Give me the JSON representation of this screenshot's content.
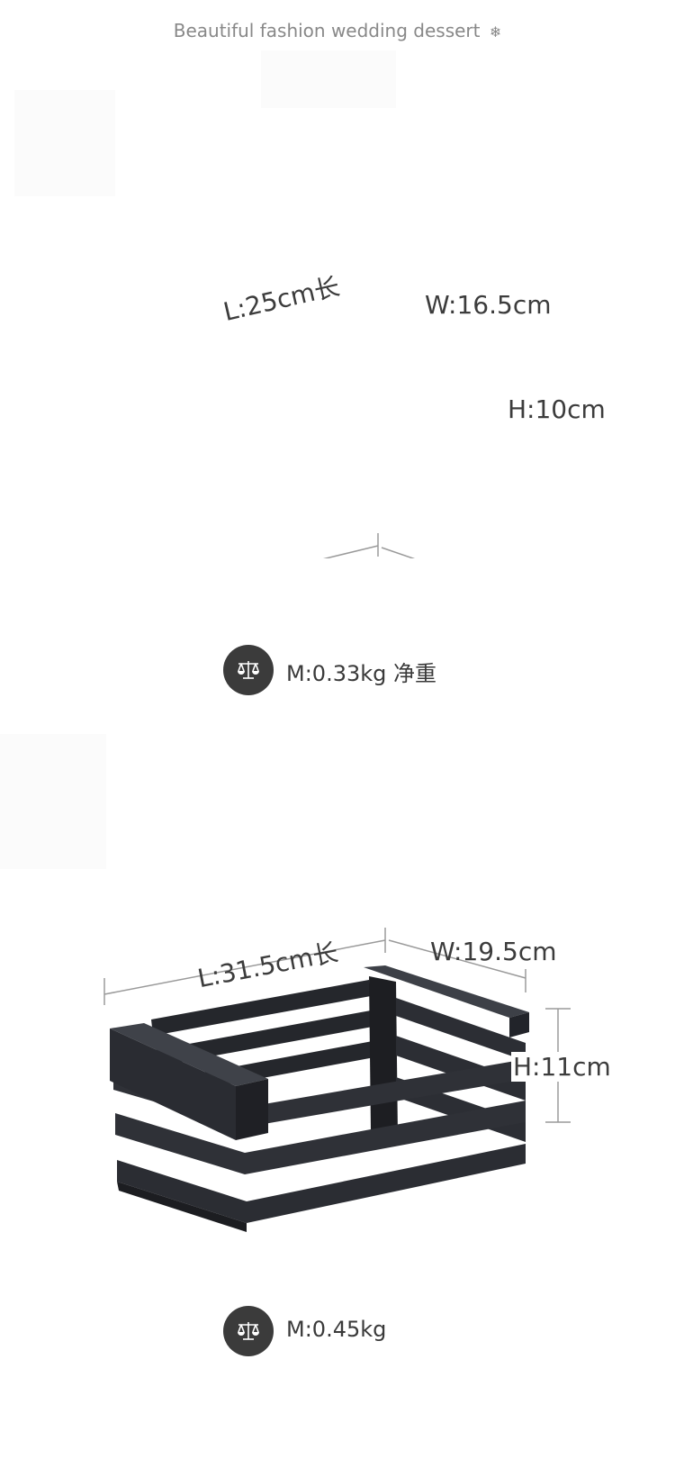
{
  "header": {
    "title": "Beautiful fashion wedding dessert",
    "icon": "snowflake-icon"
  },
  "products": [
    {
      "length_label": "L:25cm长",
      "width_label": "W:16.5cm",
      "height_label": "H:10cm",
      "weight_label": "M:0.33kg 净重",
      "weight_icon": "scale-icon"
    },
    {
      "length_label": "L:31.5cm长",
      "width_label": "W:19.5cm",
      "height_label": "H:11cm",
      "weight_label": "M:0.45kg",
      "weight_icon": "scale-icon"
    }
  ],
  "colors": {
    "crate": "#2a2c31",
    "crate_light": "#3a3d44",
    "crate_dark": "#1b1c20",
    "dim_line": "#9a9a9a"
  }
}
